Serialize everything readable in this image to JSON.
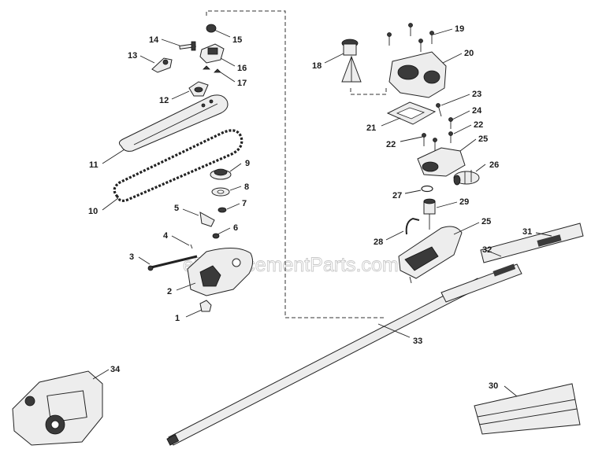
{
  "diagram": {
    "watermark": "eReplacementParts.com",
    "callouts": [
      {
        "id": "1",
        "text": "1"
      },
      {
        "id": "2",
        "text": "2"
      },
      {
        "id": "3",
        "text": "3"
      },
      {
        "id": "4",
        "text": "4"
      },
      {
        "id": "5",
        "text": "5"
      },
      {
        "id": "6",
        "text": "6"
      },
      {
        "id": "7",
        "text": "7"
      },
      {
        "id": "8",
        "text": "8"
      },
      {
        "id": "9",
        "text": "9"
      },
      {
        "id": "10",
        "text": "10"
      },
      {
        "id": "11",
        "text": "11"
      },
      {
        "id": "12",
        "text": "12"
      },
      {
        "id": "13",
        "text": "13"
      },
      {
        "id": "14",
        "text": "14"
      },
      {
        "id": "15",
        "text": "15"
      },
      {
        "id": "16",
        "text": "16"
      },
      {
        "id": "17",
        "text": "17"
      },
      {
        "id": "18",
        "text": "18"
      },
      {
        "id": "19",
        "text": "19"
      },
      {
        "id": "20",
        "text": "20"
      },
      {
        "id": "21",
        "text": "21"
      },
      {
        "id": "22a",
        "text": "22"
      },
      {
        "id": "22b",
        "text": "22"
      },
      {
        "id": "23",
        "text": "23"
      },
      {
        "id": "24",
        "text": "24"
      },
      {
        "id": "25a",
        "text": "25"
      },
      {
        "id": "25b",
        "text": "25"
      },
      {
        "id": "26",
        "text": "26"
      },
      {
        "id": "27",
        "text": "27"
      },
      {
        "id": "28",
        "text": "28"
      },
      {
        "id": "29",
        "text": "29"
      },
      {
        "id": "30",
        "text": "30"
      },
      {
        "id": "31",
        "text": "31"
      },
      {
        "id": "32",
        "text": "32"
      },
      {
        "id": "33",
        "text": "33"
      },
      {
        "id": "34",
        "text": "34"
      }
    ]
  }
}
